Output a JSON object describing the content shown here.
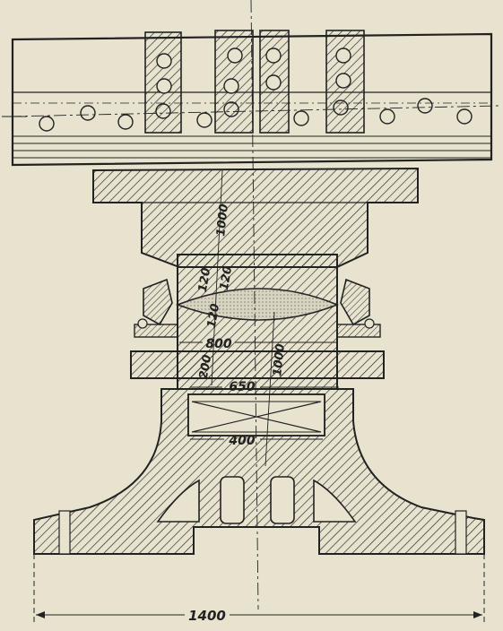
{
  "colors": {
    "paper": "#e8e3cf",
    "ink": "#222222",
    "lens": "#d9d4bf"
  },
  "dimensions": {
    "overall_width": "1400",
    "base_width": "400",
    "plate_width": "650",
    "upper_diameter": "800",
    "spacing_120_a": "120",
    "spacing_120_b": "120",
    "spacing_120_c": "120",
    "thickness_200": "200",
    "vertical_1000_upper": "1000",
    "vertical_1000_lower": "1000"
  }
}
